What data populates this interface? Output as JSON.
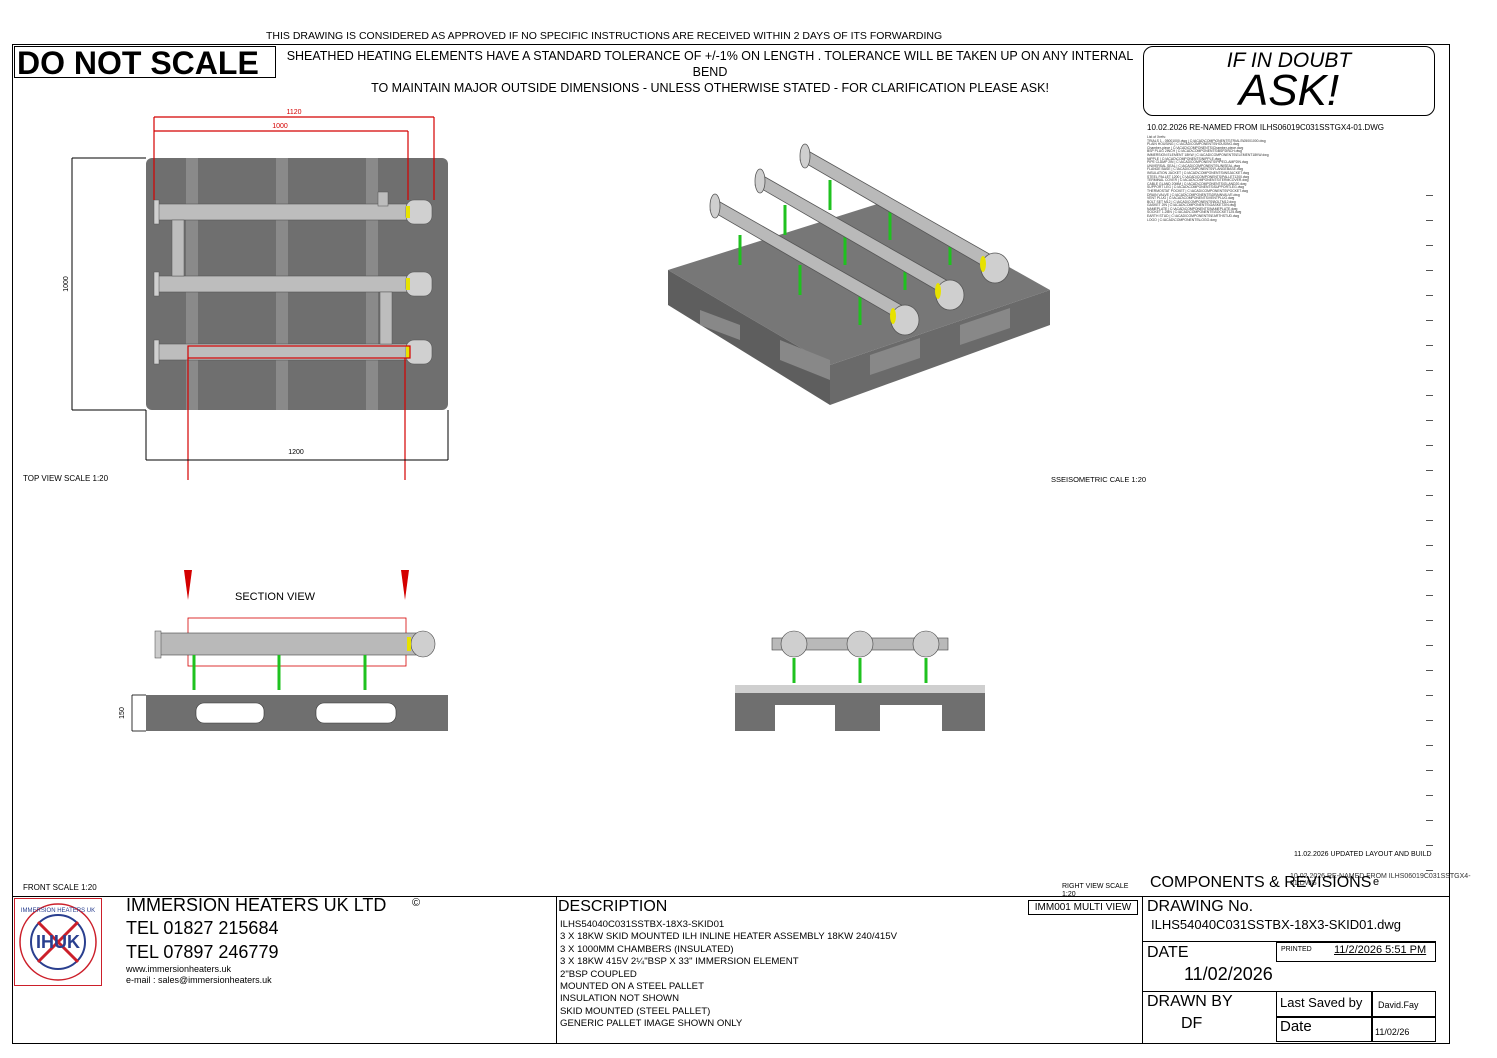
{
  "header": {
    "approval_notice": "THIS DRAWING IS CONSIDERED AS APPROVED IF NO SPECIFIC INSTRUCTIONS ARE RECEIVED WITHIN 2 DAYS OF ITS FORWARDING",
    "do_not_scale": "DO NOT SCALE",
    "tolerance_line1": "SHEATHED HEATING ELEMENTS HAVE A STANDARD TOLERANCE OF +/-1% ON LENGTH . TOLERANCE WILL BE TAKEN UP ON ANY INTERNAL BEND",
    "tolerance_line2": "TO MAINTAIN MAJOR OUTSIDE DIMENSIONS -  UNLESS OTHERWISE STATED - FOR CLARIFICATION PLEASE ASK!",
    "if_in_doubt": "IF IN DOUBT",
    "ask": "ASK!"
  },
  "revision_note_top": "10.02.2026 RE-NAMED FROM ILHS06019C031SSTGX4-01.DWG",
  "xref_list": [
    "List of Xrefs:",
    "TRIALS 1 - 05001000.dwg | C:\\ACAD\\COMP\\ONENTS\\TRIALS\\05001000.dwg",
    "PLAIN HOUSING | C:\\ACAD\\COMPONENTS\\HOUSING.dwg",
    "Chamber-piece | C:\\ACAD\\COMPONENTS\\Chamber-piece.dwg",
    "BSP PLUG 2INCH | C:\\ACAD\\COMPONENTS\\BSP2INCH.dwg",
    "IMMERSION ELEMENT 18KW | C:\\ACAD\\COMPONENTS\\ELEMENT18KW.dwg",
    "NIPPLE | C:\\ACAD\\COMPONENTS\\NIPPLE.dwg",
    "PIPE CLAMP 2IN | C:\\ACAD\\COMPONENTS\\PIPECLAMP2IN.dwg",
    "UNIVERSAL SEAL | C:\\ACAD\\COMPONENTS\\UNISEAL.dwg",
    "FLANGE BASE | C:\\ACAD\\COMPONENTS\\FLANGEBASE.dwg",
    "INSULATION JACKET | C:\\ACAD\\COMPONENTS\\INSJACKET.dwg",
    "STEEL PALLET 1200 | C:\\ACAD\\COMPONENTS\\PALLET1200.dwg",
    "TERMINAL COVER | C:\\ACAD\\COMPONENTS\\TERMCOVER.dwg",
    "CABLE GLAND 20MM | C:\\ACAD\\COMPONENTS\\GLAND20.dwg",
    "SUPPORT LEG | C:\\ACAD\\COMPONENTS\\SUPPORTLEG.dwg",
    "THERMOSTAT POCKET | C:\\ACAD\\COMPONENTS\\POCKET.dwg",
    "DRAIN VALVE | C:\\ACAD\\COMPONENTS\\DRAINVALVE.dwg",
    "VENT PLUG | C:\\ACAD\\COMPONENTS\\VENTPLUG.dwg",
    "BOLT SET M12 | C:\\ACAD\\COMPONENTS\\BOLTM12.dwg",
    "GASKET 2IN | C:\\ACAD\\COMPONENTS\\GASKET2IN.dwg",
    "NAMEPLATE | C:\\ACAD\\COMPONENTS\\NAMEPLATE.dwg",
    "SOCKET 1.25IN | C:\\ACAD\\COMPONENTS\\SOCKET125.dwg",
    "EARTH STUD | C:\\ACAD\\COMPONENTS\\EARTHSTUD.dwg",
    "LOGO | C:\\ACAD\\COMPONENTS\\LOGO.dwg"
  ],
  "views": {
    "top_view_label": "TOP VIEW SCALE 1:20",
    "isometric_label": "SSEISOMETRIC  CALE 1:20",
    "section_view_label": "SECTION VIEW",
    "front_label": "FRONT SCALE 1:20",
    "right_view_label": "RIGHT VIEW  SCALE 1:20"
  },
  "dimensions": {
    "overall_1120": "1120",
    "chamber_1000": "1000",
    "pallet_width_1000": "1000",
    "pallet_length_1200": "1200",
    "height_150": "150"
  },
  "revisions": {
    "updated": "11.02.2026 UPDATED LAYOUT AND BUILD",
    "renamed": "10.02.2026 RE-NAMED FROM ILHS06019C031SSTGX4-01.DWG",
    "heading": "COMPONENTS & REVISIONS",
    "rev_letter": "e"
  },
  "company": {
    "logo_ring_text": "IMMERSION HEATERS UK",
    "logo_letters": "IHUK",
    "name": "IMMERSION HEATERS UK LTD",
    "copyright": "©",
    "tel1": "TEL 01827 215684",
    "tel2": "TEL 07897 246779",
    "web": "www.immersionheaters.uk",
    "email": "e-mail : sales@immersionheaters.uk"
  },
  "description": {
    "heading": "DESCRIPTION",
    "view_code": "IMM001 MULTI VIEW",
    "lines": [
      "ILHS54040C031SSTBX-18X3-SKID01",
      "3 X 18KW SKID MOUNTED ILH INLINE HEATER ASSEMBLY 18KW 240/415V",
      "3 X 1000MM CHAMBERS (INSULATED)",
      "3 X 18KW 415V 2¼\"BSP X 33\" IMMERSION ELEMENT",
      "2\"BSP COUPLED",
      "MOUNTED ON A STEEL PALLET",
      "INSULATION NOT SHOWN",
      "SKID MOUNTED (STEEL PALLET)",
      "GENERIC PALLET IMAGE SHOWN ONLY"
    ]
  },
  "title_block": {
    "drawing_no_label": "DRAWING No.",
    "drawing_no": "ILHS54040C031SSTBX-18X3-SKID01.dwg",
    "date_label": "DATE",
    "date": "11/02/2026",
    "printed_label": "PRINTED",
    "printed": "11/2/2026 5:51 PM",
    "drawn_by_label": "DRAWN BY",
    "drawn_by": "DF",
    "last_saved_label": "Last Saved by",
    "last_saved_by": "David.Fay",
    "date2_label": "Date",
    "date2": "11/02/26"
  },
  "colors": {
    "pallet_gray": "#6f6f6f",
    "pipe_gray": "#b9b9b9",
    "dimension_red": "#d40000",
    "support_green": "#1fc21f",
    "terminal_yellow": "#e7e200",
    "logo_red": "#cc1f2a",
    "logo_blue": "#2a3f8f"
  }
}
